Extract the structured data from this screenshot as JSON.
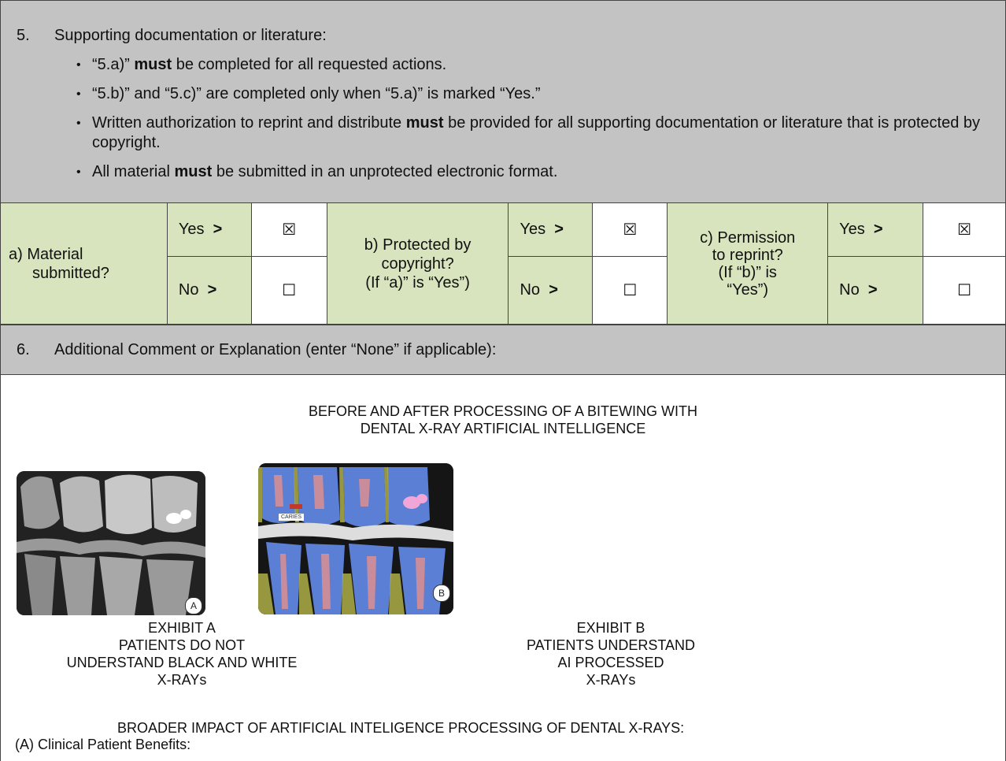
{
  "section5": {
    "number": "5.",
    "title": "Supporting documentation or literature:",
    "bullets": [
      {
        "pre": "“5.a)” ",
        "bold": "must",
        "post": " be completed for all requested actions."
      },
      {
        "pre": "“5.b)” and “5.c)” are completed only when “5.a)” is marked “Yes.”",
        "bold": "",
        "post": ""
      },
      {
        "pre": "Written authorization to reprint and distribute ",
        "bold": "must",
        "post": " be provided for all supporting documentation or literature that is protected by copyright."
      },
      {
        "pre": "All material ",
        "bold": "must",
        "post": " be submitted in an unprotected electronic format."
      }
    ]
  },
  "options": {
    "a": {
      "label_line1": "a)  Material",
      "label_line2": "submitted?",
      "yes": "Yes",
      "no": "No",
      "yes_checked": "☒",
      "no_checked": "☐"
    },
    "b": {
      "label_line1": "b)  Protected by",
      "label_line2": "copyright?",
      "label_line3": "(If “a)” is “Yes”)",
      "yes": "Yes",
      "no": "No",
      "yes_checked": "☒",
      "no_checked": "☐"
    },
    "c": {
      "label_line1": "c)  Permission",
      "label_line2": "to reprint?",
      "label_line3": "(If “b)” is",
      "label_line4": "“Yes”)",
      "yes": "Yes",
      "no": "No",
      "yes_checked": "☒",
      "no_checked": "☐"
    },
    "arrow": ">"
  },
  "section6": {
    "number": "6.",
    "title": "Additional Comment or Explanation (enter “None” if applicable):"
  },
  "comment": {
    "heading_line1": "BEFORE AND AFTER PROCESSING OF A BITEWING WITH",
    "heading_line2": "DENTAL X-RAY ARTIFICIAL INTELLIGENCE",
    "image_a_badge": "A",
    "image_b_badge": "B",
    "image_b_caption_tag": "CARIES",
    "exhibit_a": [
      "EXHIBIT A",
      "PATIENTS DO NOT",
      "UNDERSTAND BLACK AND WHITE",
      "X-RAYs"
    ],
    "exhibit_b": [
      "EXHIBIT B",
      "PATIENTS UNDERSTAND",
      "AI PROCESSED",
      "X-RAYs"
    ],
    "broader": "BROADER IMPACT OF ARTIFICIAL INTELIGENCE PROCESSING OF DENTAL X-RAYS:",
    "clinical": "(A) Clinical Patient Benefits:"
  }
}
